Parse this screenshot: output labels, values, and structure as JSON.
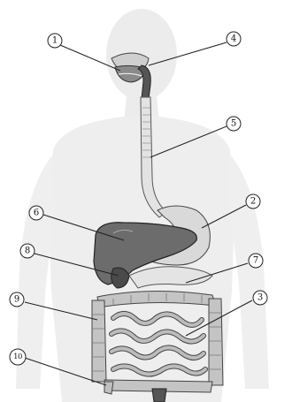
{
  "diagram": {
    "labels": [
      {
        "id": "1",
        "text": "1"
      },
      {
        "id": "2",
        "text": "2"
      },
      {
        "id": "3",
        "text": "3"
      },
      {
        "id": "4",
        "text": "4"
      },
      {
        "id": "5",
        "text": "5"
      },
      {
        "id": "6",
        "text": "6"
      },
      {
        "id": "7",
        "text": "7"
      },
      {
        "id": "8",
        "text": "8"
      },
      {
        "id": "9",
        "text": "9"
      },
      {
        "id": "10",
        "text": "10"
      }
    ],
    "colors": {
      "silhouette": "#e9e9e9",
      "liver": "#6c6c6c",
      "organ_light": "#dcdcdc",
      "intestine": "#b8b8b8",
      "outline": "#333333",
      "leader": "#222222"
    }
  }
}
